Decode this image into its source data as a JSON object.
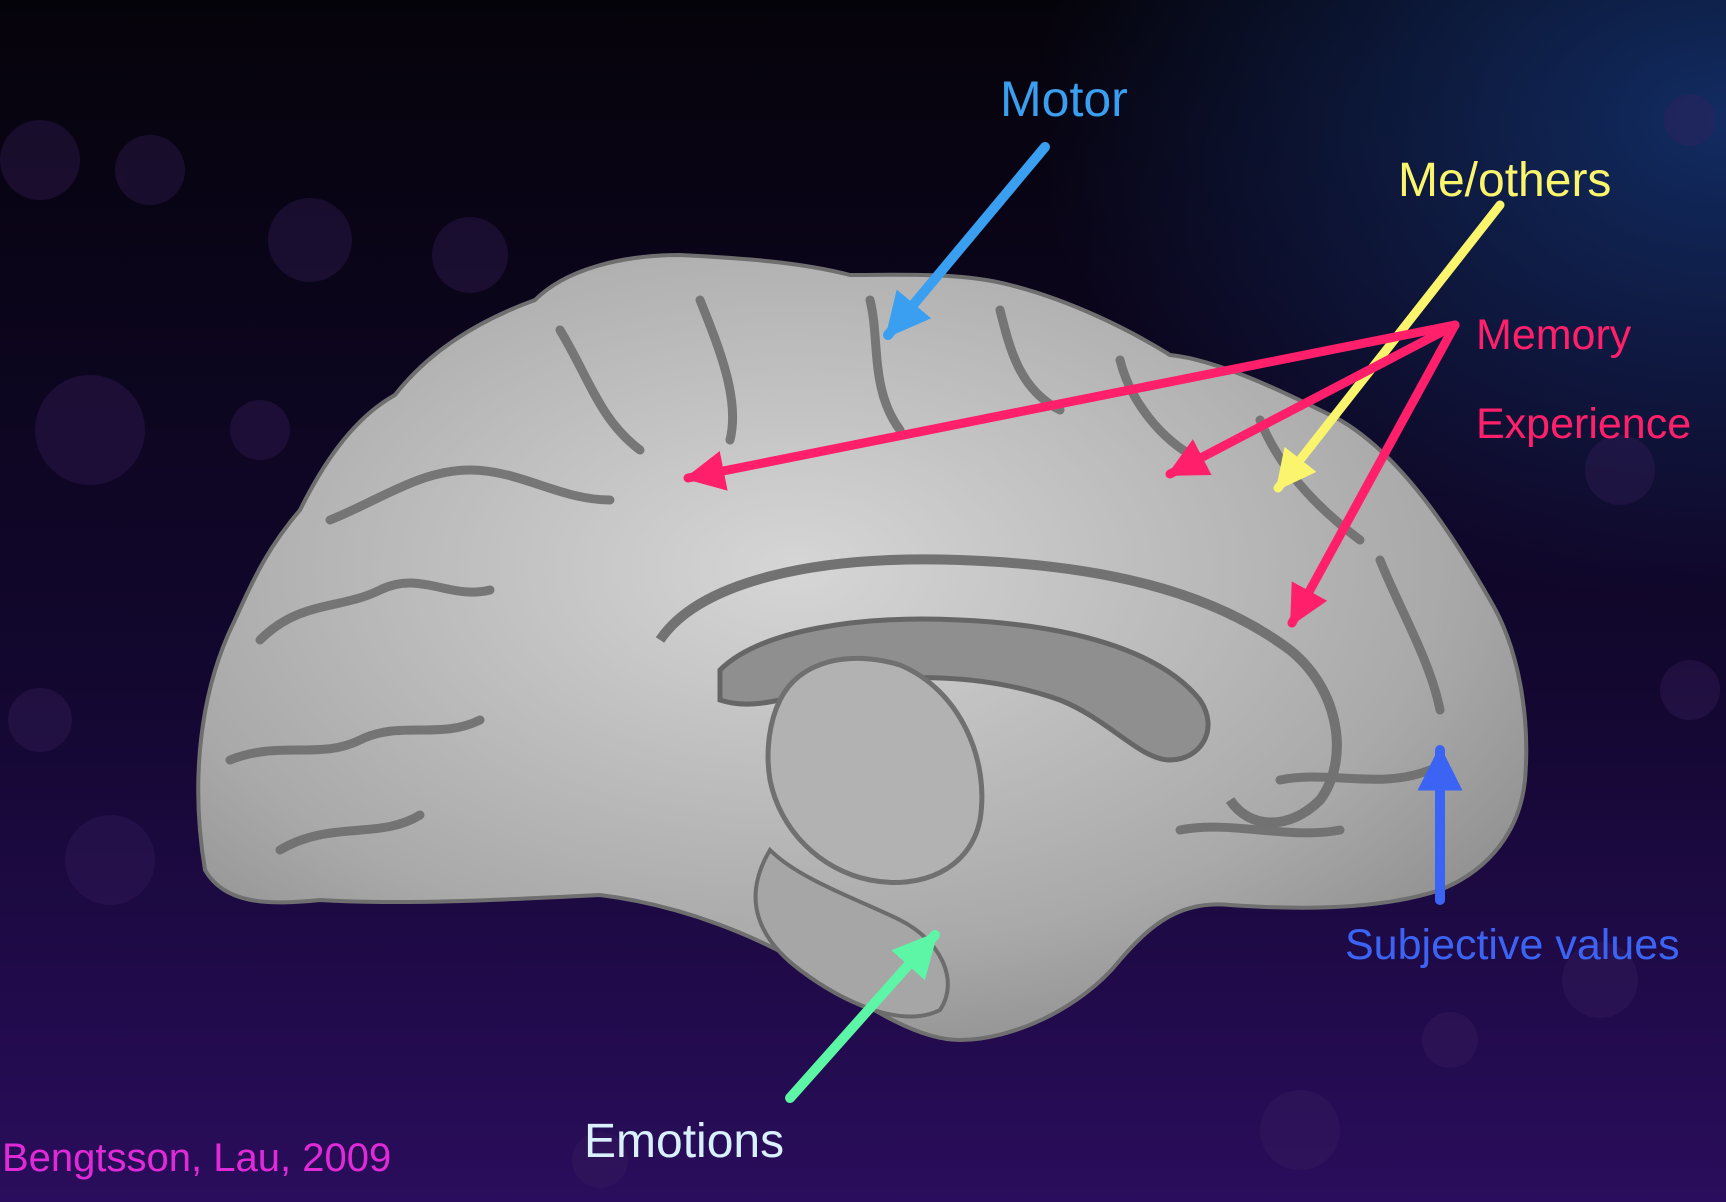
{
  "colors": {
    "motor": "#3a9ff0",
    "me_others": "#fbf56e",
    "memory": "#ff1f6a",
    "subjective": "#3b64f4",
    "emotions": "#5cf6a6",
    "emotions_label": "#d9f0ff",
    "citation": "#e02ad8",
    "background_top": "#05030a",
    "background_bottom": "#2a0d5c"
  },
  "icons": {
    "brain": "brain-medial-view-illustration"
  },
  "labels": {
    "motor": "Motor",
    "me_others": "Me/others",
    "memory": "Memory",
    "experience": "Experience",
    "subjective_values": "Subjective values",
    "emotions": "Emotions"
  },
  "citation": "Bengtsson, Lau, 2009"
}
